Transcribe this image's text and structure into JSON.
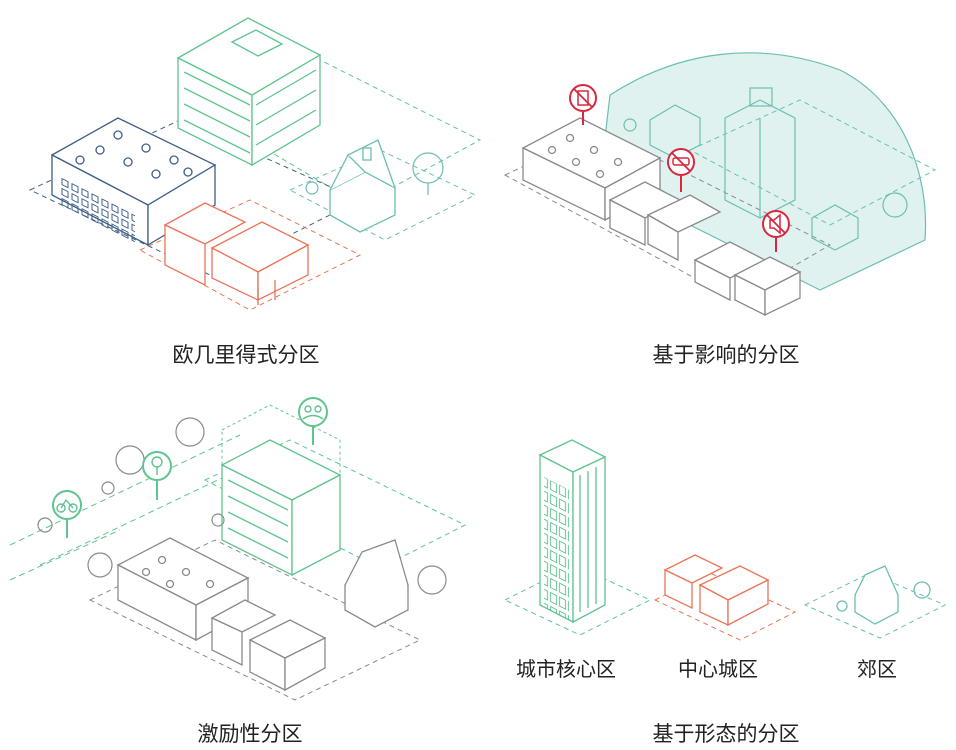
{
  "panels": {
    "euclidean": {
      "label": "欧几里得式分区"
    },
    "impact": {
      "label": "基于影响的分区"
    },
    "incentive": {
      "label": "激励性分区"
    },
    "form": {
      "label": "基于形态的分区",
      "zones": [
        "城市核心区",
        "中心城区",
        "郊区"
      ]
    }
  },
  "icons": {
    "impact": [
      "no-building-icon",
      "no-car-icon",
      "no-sound-icon"
    ],
    "incentive": [
      "bicycle-icon",
      "tree-icon",
      "community-icon"
    ]
  },
  "colors": {
    "navy": "#3d5f86",
    "green": "#5fc48e",
    "orange": "#ec7458",
    "teal": "#6bbfb0",
    "gray": "#8a8a8a",
    "red": "#d8283e",
    "dome": "#dff2ef"
  }
}
